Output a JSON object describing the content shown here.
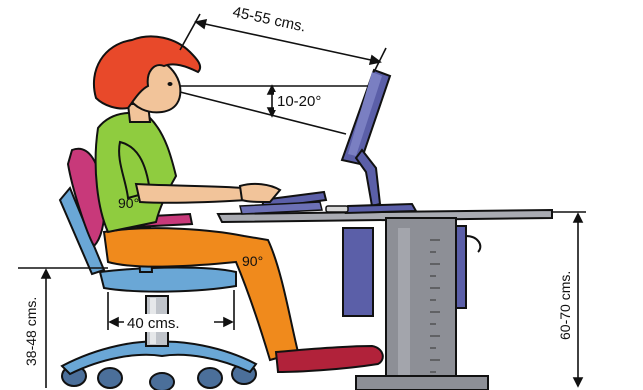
{
  "labels": {
    "eye_distance": "45-55 cms.",
    "gaze_angle": "10-20°",
    "elbow_angle": "90°",
    "knee_angle": "90°",
    "seat_depth": "40 cms.",
    "seat_height": "38-48 cms.",
    "desk_height": "60-70 cms."
  },
  "colors": {
    "hair": "#e8492a",
    "shirt": "#8fcc3f",
    "pants": "#f08a1c",
    "skin": "#f2c49a",
    "chair_seat": "#c8397a",
    "chair_frame": "#6aa7d6",
    "chair_base": "#4b6f9a",
    "monitor": "#5b5fa8",
    "desk": "#8d8f96",
    "shoe": "#b1223a"
  }
}
